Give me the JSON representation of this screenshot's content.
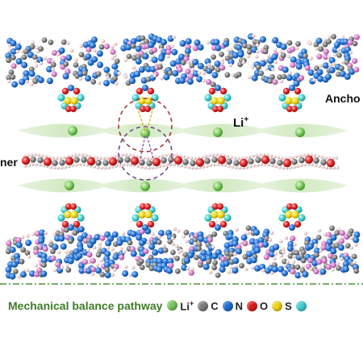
{
  "labels": {
    "anchor": "Ancho",
    "li": "Li",
    "li_charge": "+",
    "polymer": "ner"
  },
  "legend": {
    "title": "Mechanical balance pathway",
    "items": [
      {
        "symbol": "Li",
        "charge": "+",
        "color": "#79c85a"
      },
      {
        "symbol": "C",
        "charge": "",
        "color": "#7d7d7d"
      },
      {
        "symbol": "N",
        "charge": "",
        "color": "#1f6fd1"
      },
      {
        "symbol": "O",
        "charge": "",
        "color": "#dd1e1e"
      },
      {
        "symbol": "S",
        "charge": "",
        "color": "#f0d616"
      },
      {
        "symbol": "",
        "charge": "",
        "color": "#40d0d2"
      }
    ]
  },
  "colors": {
    "lithium": "#79c85a",
    "carbon": "#7d7d7d",
    "nitrogen": "#1f6fd1",
    "oxygen": "#dd1e1e",
    "sulfur": "#f0d616",
    "fluorine": "#40d0d2",
    "boron": "#d77fc9",
    "hydrogen": "#e6c9c9",
    "pathway_line": "#4f8f3a",
    "circle_red": "#a23a3a",
    "circle_purple": "#6e4a8a"
  }
}
